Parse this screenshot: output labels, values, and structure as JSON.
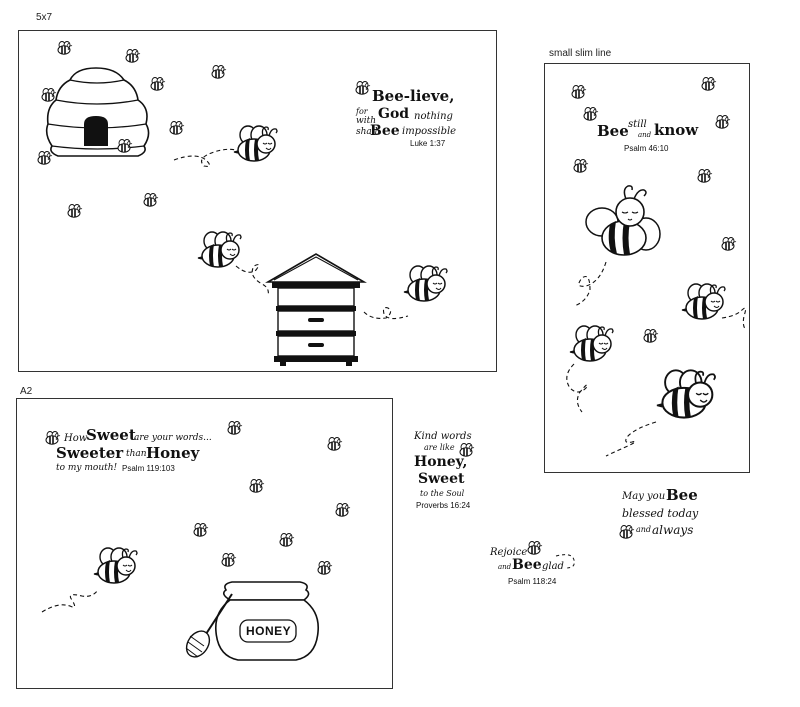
{
  "labels": {
    "card_5x7": "5x7",
    "card_slim": "small slim line",
    "card_a2": "A2"
  },
  "verses": {
    "believe": {
      "line1": "Bee-lieve,",
      "line2a": "for",
      "line2b": "with",
      "line2c": "God",
      "line2d": "nothing",
      "line3a": "shall",
      "line3b": "Bee",
      "line3c": "impossible",
      "ref": "Luke 1:37"
    },
    "still": {
      "word1": "Bee",
      "word2": "still",
      "word3": "and",
      "word4": "know",
      "ref": "Psalm 46:10"
    },
    "sweet": {
      "a1": "How",
      "a2": "Sweet",
      "a3": "are your words...",
      "b1": "Sweeter",
      "b2": "than",
      "b3": "Honey",
      "c1": "to my mouth!",
      "ref": "Psalm 119:103"
    },
    "kind": {
      "l1": "Kind words",
      "l2": "are like",
      "l3": "Honey,",
      "l4": "Sweet",
      "l5": "to the Soul",
      "ref": "Proverbs 16:24"
    },
    "blessed": {
      "l1a": "May you",
      "l1b": "Bee",
      "l2": "blessed today",
      "l3a": "and",
      "l3b": "always"
    },
    "rejoice": {
      "l1": "Rejoice",
      "l2a": "and",
      "l2b": "Bee",
      "l2c": "glad",
      "ref": "Psalm 118:24"
    },
    "honey_label": "HONEY"
  }
}
